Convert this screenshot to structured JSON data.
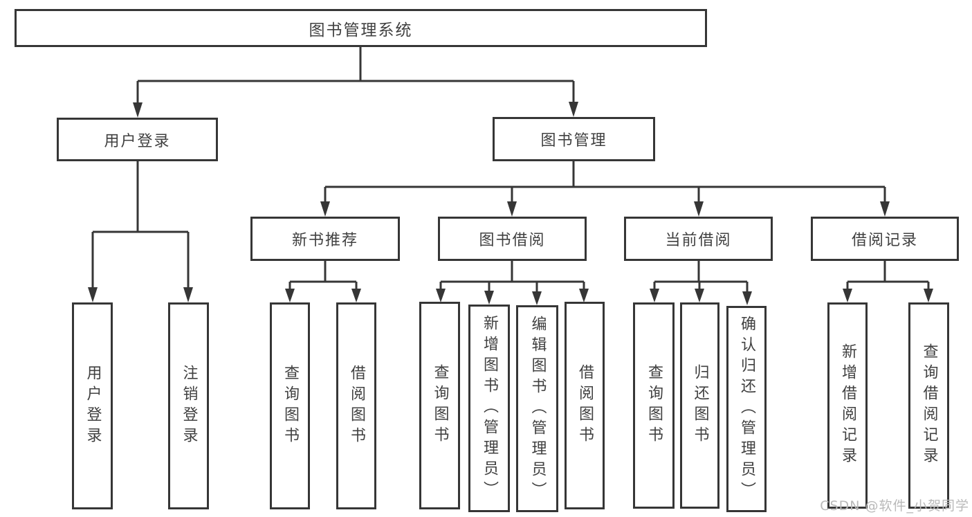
{
  "diagram": {
    "root": {
      "label": "图书管理系统"
    },
    "branches": [
      {
        "label": "用户登录",
        "children": [
          {
            "label": "用户登录"
          },
          {
            "label": "注销登录"
          }
        ]
      },
      {
        "label": "图书管理",
        "children": [
          {
            "label": "新书推荐",
            "children": [
              {
                "label": "查询图书"
              },
              {
                "label": "借阅图书"
              }
            ]
          },
          {
            "label": "图书借阅",
            "children": [
              {
                "label": "查询图书"
              },
              {
                "label": "新增图书（管理员）"
              },
              {
                "label": "编辑图书（管理员）"
              },
              {
                "label": "借阅图书"
              }
            ]
          },
          {
            "label": "当前借阅",
            "children": [
              {
                "label": "查询图书"
              },
              {
                "label": "归还图书"
              },
              {
                "label": "确认归还（管理员）"
              }
            ]
          },
          {
            "label": "借阅记录",
            "children": [
              {
                "label": "新增借阅记录"
              },
              {
                "label": "查询借阅记录"
              }
            ]
          }
        ]
      }
    ]
  },
  "watermark": {
    "text": "CSDN @软件_小贺同学"
  },
  "colors": {
    "line": "#363636",
    "text": "#404040",
    "background": "#ffffff",
    "watermark": "#b9b9b9"
  }
}
